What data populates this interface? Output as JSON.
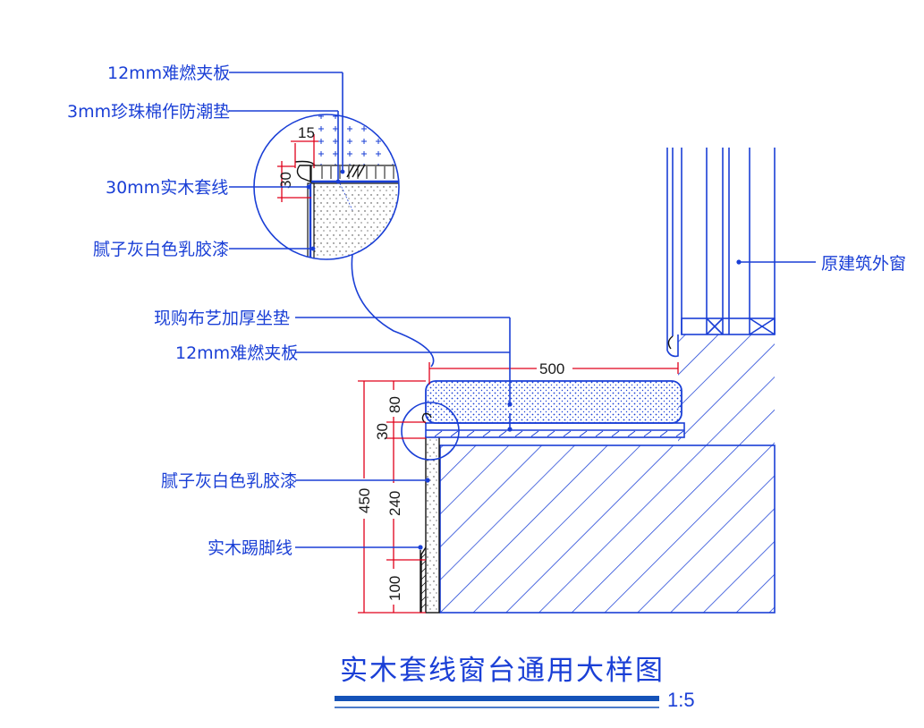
{
  "title": "实木套线窗台通用大样图",
  "scale": "1:5",
  "detail_labels": {
    "board_top": "12mm难燃夹板",
    "pearl_cotton": "3mm珍珠棉作防潮垫",
    "wood_trim": "30mm实木套线",
    "putty_paint": "腻子灰白色乳胶漆"
  },
  "main_labels": {
    "cushion": "现购布艺加厚坐垫",
    "board": "12mm难燃夹板",
    "putty_paint": "腻子灰白色乳胶漆",
    "skirting": "实木踢脚线",
    "window": "原建筑外窗"
  },
  "dimensions": {
    "width_500": "500",
    "height_450": "450",
    "cushion_80": "80",
    "trim_30": "30",
    "wall_240": "240",
    "skirt_100": "100",
    "detail_15": "15",
    "detail_30": "30"
  },
  "colors": {
    "label": "#1a3fd6",
    "dimension": "#e0001b",
    "hatch": "#1a3fd6",
    "title_bar": "#1452b8"
  }
}
